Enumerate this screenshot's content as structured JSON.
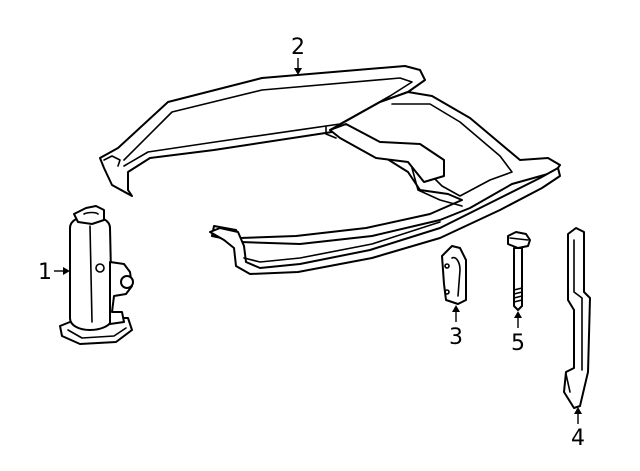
{
  "callouts": {
    "jack": "1",
    "tray": "2",
    "wrench": "3",
    "bracket": "4",
    "bolt": "5"
  },
  "colors": {
    "line": "#000000",
    "background": "#ffffff"
  }
}
